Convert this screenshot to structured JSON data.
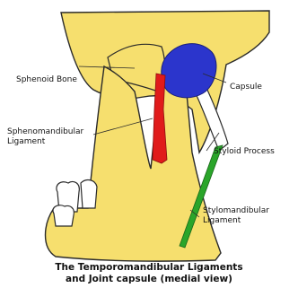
{
  "labels": {
    "sphenoid_bone": "Sphenoid Bone",
    "capsule": "Capsule",
    "sphenomandibular_ligament": "Sphenomandibular\nLigament",
    "styloid_process": "Styloid Process",
    "stylomandibular_ligament": "Stylomandibular\nLigament"
  },
  "caption": {
    "line1": "The Temporomandibular Ligaments",
    "line2": "and Joint capsule (medial view)"
  },
  "colors": {
    "bone": "#f6df6e",
    "bone_outline": "#2a2a2a",
    "capsule": "#2b35cc",
    "sphenomandibular_ligament": "#e01b1b",
    "stylomandibular_ligament": "#2aa52a",
    "styloid_process": "#ffffff"
  }
}
